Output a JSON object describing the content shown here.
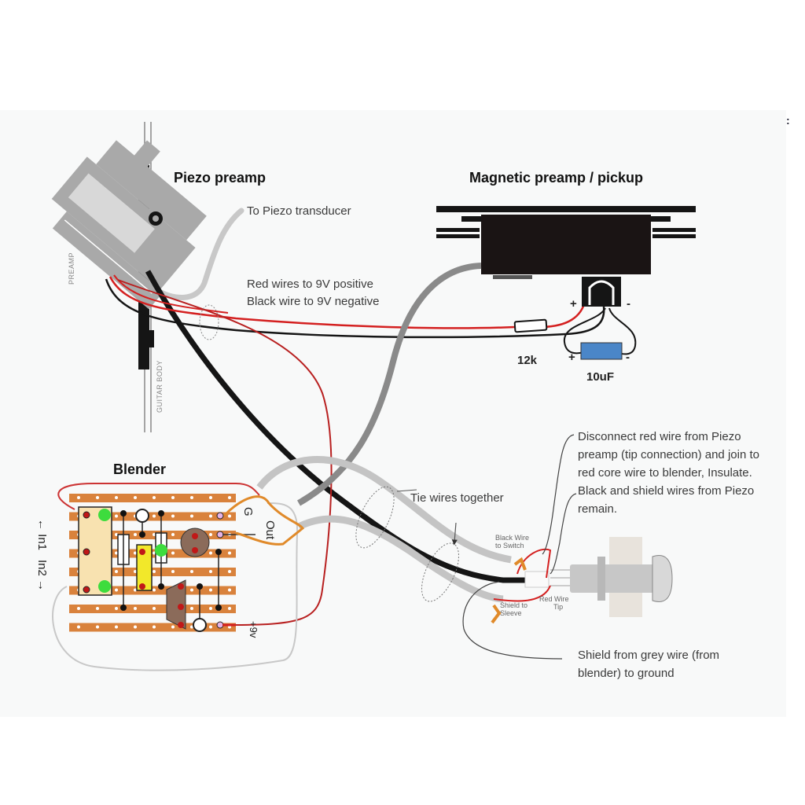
{
  "titles": {
    "piezo_preamp": "Piezo preamp",
    "magnetic_preamp": "Magnetic preamp / pickup",
    "blender": "Blender"
  },
  "labels": {
    "to_piezo_transducer": "To Piezo transducer",
    "red_wires": "Red wires to 9V positive",
    "black_wire": "Black wire to 9V negative",
    "tie_wires": "Tie wires together",
    "disconnect_note": [
      "Disconnect red wire from Piezo",
      "preamp (tip connection) and join to",
      "red core wire to blender, Insulate.",
      "Black and shield wires from Piezo",
      "remain."
    ],
    "shield_note": [
      "Shield from grey wire (from",
      "blender) to ground"
    ],
    "preamp_side": "PREAMP",
    "guitar_body": "GUITAR BODY",
    "black_wire_switch": [
      "Black Wire",
      "to Switch"
    ],
    "red_wire_tip": [
      "Red Wire",
      "Tip"
    ],
    "shield_sleeve": [
      "Shield to",
      "Sleeve"
    ],
    "corner_mark": ":"
  },
  "components": {
    "resistor": "12k",
    "capacitor": "10uF",
    "plus": "+",
    "minus": "-"
  },
  "blender_board": {
    "in1": "In1",
    "in2": "In2",
    "ground": "G",
    "out": "Out",
    "power": "+9v"
  },
  "colors": {
    "red_wire": "#d42020",
    "black_wire": "#151515",
    "grey_wire": "#c4c4c4",
    "dark_grey_wire": "#8a8a8a",
    "strip": "#d9823c",
    "capacitor": "#4a86c8",
    "led_green": "#3ddc3d",
    "yellow_part": "#f2e82a",
    "panel_bg": "#f8f9f9"
  }
}
